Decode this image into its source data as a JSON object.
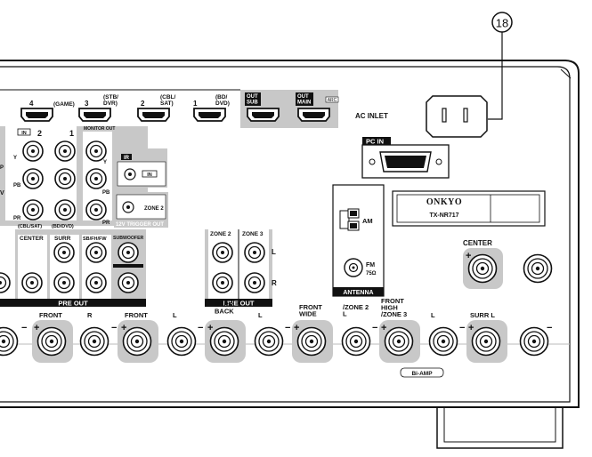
{
  "callout": {
    "number": "18"
  },
  "hdmi": {
    "ports": [
      {
        "num": "4",
        "label": "(GAME)"
      },
      {
        "num": "3",
        "label": "(STB/\nDVR)"
      },
      {
        "num": "2",
        "label": "(CBL/\nSAT)"
      },
      {
        "num": "1",
        "label": "(BD/\nDVD)"
      },
      {
        "num": "",
        "label": "OUT\nSUB"
      },
      {
        "num": "",
        "label": "OUT\nMAIN"
      }
    ],
    "arc_label": "ARC"
  },
  "ac_inlet": {
    "label": "AC INLET"
  },
  "pc_in": {
    "label": "PC IN"
  },
  "component": {
    "in_label": "IN",
    "col2": "2",
    "col1": "1",
    "monitor_out": "MONITOR OUT",
    "y": "Y",
    "pb": "PB",
    "pr": "PR",
    "cbl_sat": "(CBL/SAT)",
    "bd_dvd": "(BD/DVD)",
    "edge_p": "P",
    "edge_v": "V"
  },
  "ir": {
    "title": "IR",
    "in_label": "IN"
  },
  "trigger": {
    "zone_label": "ZONE 2",
    "title": "12V TRIGGER OUT"
  },
  "preout": {
    "center": "CENTER",
    "surr": "SURR",
    "sbfhfw": "SB/FH/FW",
    "subwoofer": "SUBWOOFER",
    "title": "PRE OUT"
  },
  "lineout": {
    "zone2": "ZONE 2",
    "zone3": "ZONE 3",
    "l": "L",
    "r": "R",
    "title": "LINE OUT"
  },
  "antenna": {
    "am": "AM",
    "fm": "FM",
    "fm_ohm": "75Ω",
    "title": "ANTENNA"
  },
  "brand": {
    "name": "ONKYO",
    "model": "TX-NR717"
  },
  "center_spk": {
    "label": "CENTER",
    "plus": "+",
    "minus": "−"
  },
  "speakers": {
    "labels": [
      "FRONT",
      "R",
      "FRONT",
      "L",
      "SURR\nBACK",
      "L",
      "FRONT\nWIDE",
      "/ZONE 2\nL",
      "FRONT\nHIGH\n/ZONE 3",
      "L",
      "SURR L"
    ],
    "biamp": "Bi-AMP"
  }
}
